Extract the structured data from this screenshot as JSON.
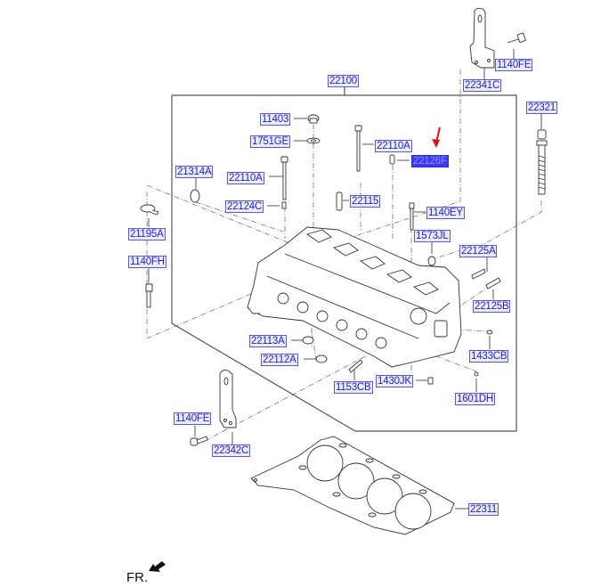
{
  "diagram": {
    "title": "Cylinder Head",
    "highlight_color": "#3b3bf0",
    "label_color": "#2020d0",
    "selected_part": "22126F",
    "orientation_label": "FR.",
    "parts": [
      {
        "id": "22341C",
        "label": "22341C",
        "name": "bracket-upper"
      },
      {
        "id": "1140FE_top",
        "label": "1140FE",
        "name": "bolt-bracket-upper"
      },
      {
        "id": "22100",
        "label": "22100",
        "name": "cylinder-head-assy"
      },
      {
        "id": "22321",
        "label": "22321",
        "name": "head-bolt"
      },
      {
        "id": "11403",
        "label": "11403",
        "name": "plug"
      },
      {
        "id": "1751GE",
        "label": "1751GE",
        "name": "washer"
      },
      {
        "id": "22110A_r",
        "label": "22110A",
        "name": "bolt-right"
      },
      {
        "id": "22126F",
        "label": "22126F",
        "name": "dowel-pin"
      },
      {
        "id": "21314A",
        "label": "21314A",
        "name": "plug-cap"
      },
      {
        "id": "22110A_l",
        "label": "22110A",
        "name": "bolt-left"
      },
      {
        "id": "22124C",
        "label": "22124C",
        "name": "pin"
      },
      {
        "id": "22115",
        "label": "22115",
        "name": "guide"
      },
      {
        "id": "1140EY",
        "label": "1140EY",
        "name": "bolt-ey"
      },
      {
        "id": "21195A",
        "label": "21195A",
        "name": "hanger"
      },
      {
        "id": "1573JL",
        "label": "1573JL",
        "name": "plug-jl"
      },
      {
        "id": "22125A",
        "label": "22125A",
        "name": "stud-a"
      },
      {
        "id": "1140FH",
        "label": "1140FH",
        "name": "bolt-fh"
      },
      {
        "id": "22125B",
        "label": "22125B",
        "name": "stud-b"
      },
      {
        "id": "22113A",
        "label": "22113A",
        "name": "seal-a"
      },
      {
        "id": "1433CB",
        "label": "1433CB",
        "name": "plug-cb"
      },
      {
        "id": "22112A",
        "label": "22112A",
        "name": "seal-b"
      },
      {
        "id": "1430JK",
        "label": "1430JK",
        "name": "plug-jk"
      },
      {
        "id": "1153CB",
        "label": "1153CB",
        "name": "stud-cb"
      },
      {
        "id": "1601DH",
        "label": "1601DH",
        "name": "ball"
      },
      {
        "id": "1140FE_bot",
        "label": "1140FE",
        "name": "bolt-bracket-lower"
      },
      {
        "id": "22342C",
        "label": "22342C",
        "name": "bracket-lower"
      },
      {
        "id": "22311",
        "label": "22311",
        "name": "head-gasket"
      }
    ]
  }
}
